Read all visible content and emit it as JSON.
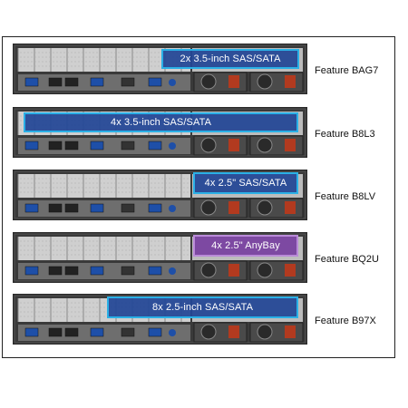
{
  "servers": [
    {
      "bay_label": "2x 3.5-inch SAS/SATA",
      "feature": "Feature BAG7",
      "bay_color": "blue"
    },
    {
      "bay_label": "4x 3.5-inch SAS/SATA",
      "feature": "Feature B8L3",
      "bay_color": "blue"
    },
    {
      "bay_label": "4x 2.5\" SAS/SATA",
      "feature": "Feature B8LV",
      "bay_color": "blue"
    },
    {
      "bay_label": "4x 2.5\" AnyBay",
      "feature": "Feature BQ2U",
      "bay_color": "purple"
    },
    {
      "bay_label": "8x 2.5-inch SAS/SATA",
      "feature": "Feature B97X",
      "bay_color": "blue"
    }
  ]
}
